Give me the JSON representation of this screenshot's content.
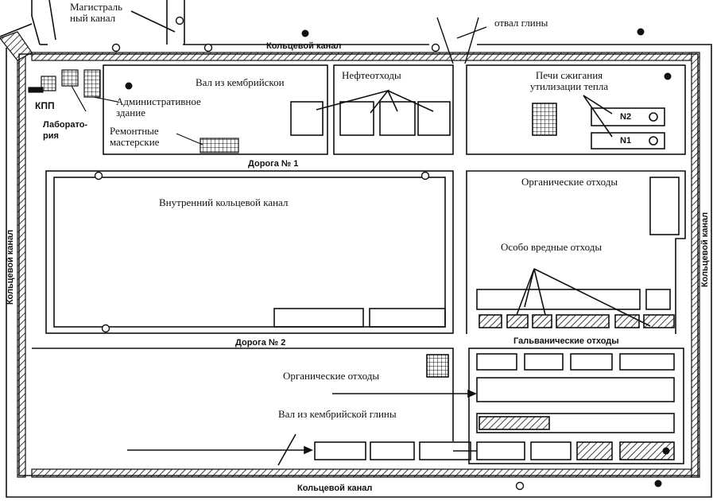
{
  "labels": {
    "main_canal": "Магистраль ный канал",
    "clay_dump": "отвал глины",
    "ring_canal_top": "Кольцевой канал",
    "ring_canal_bottom": "Кольцевой канал",
    "ring_canal_left": "Кольцевой канал",
    "ring_canal_right": "Кольцевой канал",
    "kpp": "КПП",
    "laboratory": "Лаборато- рия",
    "admin_building": "Административное здание",
    "repair_shops": "Ремонтные мастерские",
    "embankment_top": "Вал из кембрийскои",
    "oil_waste": "Нефтеотходы",
    "furnaces": "Печи сжигания утилизации тепла",
    "furnace_n2": "N2",
    "furnace_n1": "N1",
    "road_1": "Дорога № 1",
    "road_2": "Дорога № 2",
    "inner_ring_canal": "Внутренний кольцевой канал",
    "organic_waste_right": "Органические отходы",
    "especially_harmful": "Особо вредные отходы",
    "galvanic_waste": "Гальванические отходы",
    "organic_waste_bottom": "Органические отходы",
    "embankment_bottom": "Вал из кембрийской глины"
  },
  "colors": {
    "ink": "#111111",
    "paper": "#ffffff"
  }
}
